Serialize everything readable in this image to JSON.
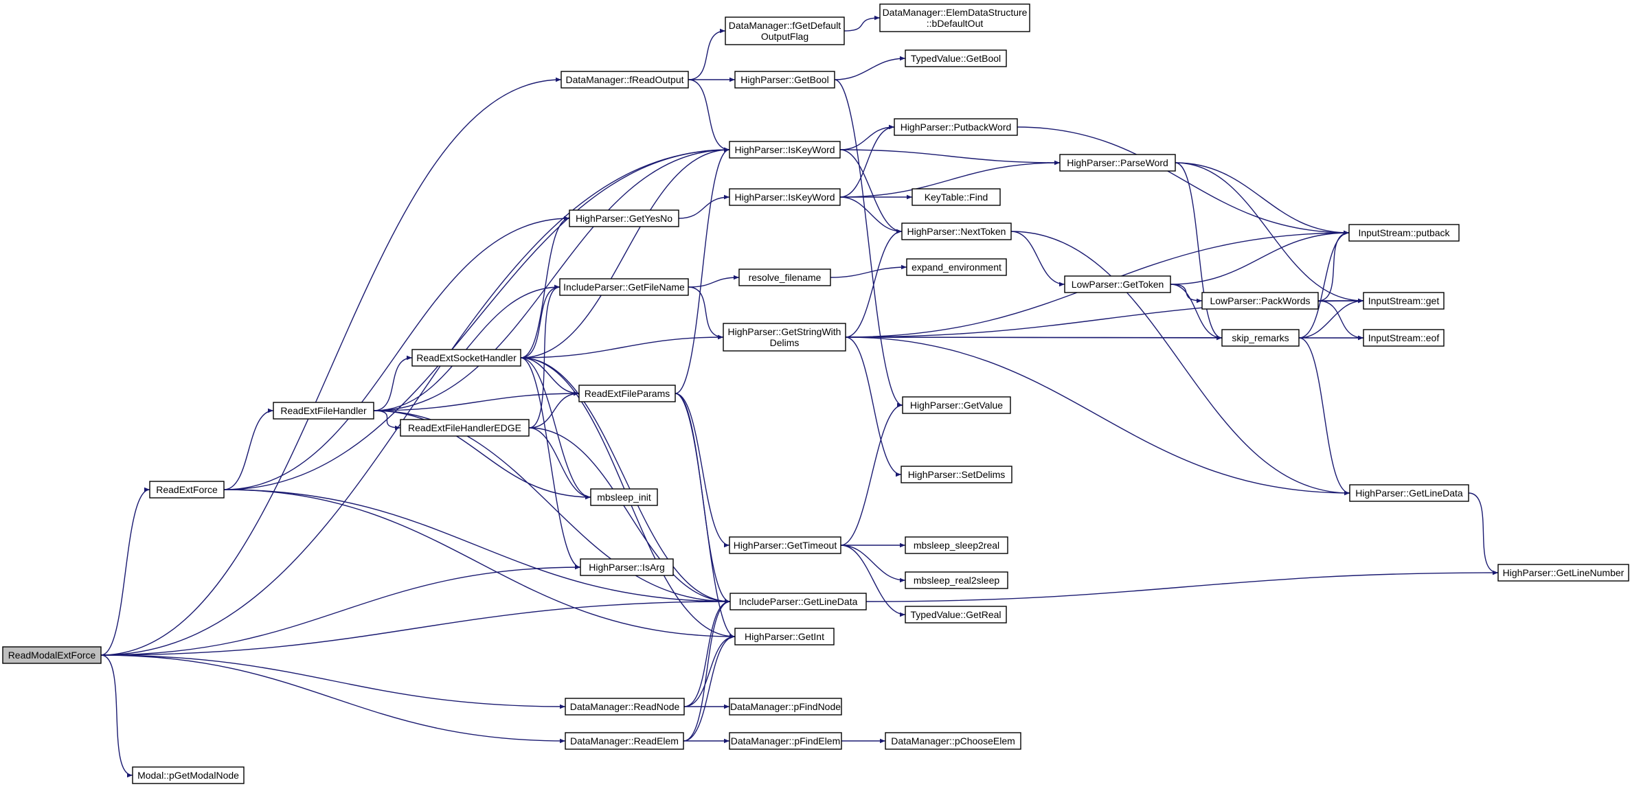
{
  "graph": {
    "colors": {
      "edge": "#191970",
      "node_border": "#000000",
      "node_fill": "#ffffff",
      "root_fill": "#bfbfbf"
    },
    "nodes": {
      "readmodalextforce": [
        "ReadModalExtForce"
      ],
      "modal_pgetmodalnode": [
        "Modal::pGetModalNode"
      ],
      "readextforce": [
        "ReadExtForce"
      ],
      "readextfilehandler": [
        "ReadExtFileHandler"
      ],
      "readextsockethandler": [
        "ReadExtSocketHandler"
      ],
      "readextfilehandleredge": [
        "ReadExtFileHandlerEDGE"
      ],
      "readextfileparams": [
        "ReadExtFileParams"
      ],
      "mbsleep_init": [
        "mbsleep_init"
      ],
      "highparser_isarg": [
        "HighParser::IsArg"
      ],
      "highparser_getyesno": [
        "HighParser::GetYesNo"
      ],
      "includeparser_getfilename": [
        "IncludeParser::GetFileName"
      ],
      "datamanager_freadoutput": [
        "DataManager::fReadOutput"
      ],
      "datamanager_readnode": [
        "DataManager::ReadNode"
      ],
      "datamanager_readelem": [
        "DataManager::ReadElem"
      ],
      "datamanager_fgetdefaultoutputflag": [
        "DataManager::fGetDefault",
        "OutputFlag"
      ],
      "highparser_getbool": [
        "HighParser::GetBool"
      ],
      "highparser_iskeyword_1": [
        "HighParser::IsKeyWord"
      ],
      "highparser_iskeyword_2": [
        "HighParser::IsKeyWord"
      ],
      "resolve_filename": [
        "resolve_filename"
      ],
      "highparser_getstringwithdelims": [
        "HighParser::GetStringWith",
        "Delims"
      ],
      "highparser_gettimeout": [
        "HighParser::GetTimeout"
      ],
      "includeparser_getlinedata": [
        "IncludeParser::GetLineData"
      ],
      "highparser_getint": [
        "HighParser::GetInt"
      ],
      "datamanager_pfindnode": [
        "DataManager::pFindNode"
      ],
      "datamanager_pfindelem": [
        "DataManager::pFindElem"
      ],
      "elemdatastructure_bdefaultout": [
        "DataManager::ElemDataStructure",
        "::bDefaultOut"
      ],
      "typedvalue_getbool": [
        "TypedValue::GetBool"
      ],
      "highparser_putbackword": [
        "HighParser::PutbackWord"
      ],
      "keytable_find": [
        "KeyTable::Find"
      ],
      "highparser_nexttoken": [
        "HighParser::NextToken"
      ],
      "expand_environment": [
        "expand_environment"
      ],
      "highparser_getvalue": [
        "HighParser::GetValue"
      ],
      "highparser_setdelims": [
        "HighParser::SetDelims"
      ],
      "mbsleep_sleep2real": [
        "mbsleep_sleep2real"
      ],
      "mbsleep_real2sleep": [
        "mbsleep_real2sleep"
      ],
      "typedvalue_getreal": [
        "TypedValue::GetReal"
      ],
      "datamanager_pchooseelem": [
        "DataManager::pChooseElem"
      ],
      "highparser_parseword": [
        "HighParser::ParseWord"
      ],
      "lowparser_gettoken": [
        "LowParser::GetToken"
      ],
      "lowparser_packwords": [
        "LowParser::PackWords"
      ],
      "skip_remarks": [
        "skip_remarks"
      ],
      "inputstream_putback": [
        "InputStream::putback"
      ],
      "inputstream_get": [
        "InputStream::get"
      ],
      "inputstream_eof": [
        "InputStream::eof"
      ],
      "highparser_getlinedata": [
        "HighParser::GetLineData"
      ],
      "highparser_getlinenumber": [
        "HighParser::GetLineNumber"
      ]
    },
    "edges": [
      [
        "readmodalextforce",
        "datamanager_freadoutput"
      ],
      [
        "readmodalextforce",
        "highparser_iskeyword_1"
      ],
      [
        "readmodalextforce",
        "readextforce"
      ],
      [
        "readmodalextforce",
        "highparser_isarg"
      ],
      [
        "readmodalextforce",
        "includeparser_getlinedata"
      ],
      [
        "readmodalextforce",
        "datamanager_readnode"
      ],
      [
        "readmodalextforce",
        "datamanager_readelem"
      ],
      [
        "readmodalextforce",
        "modal_pgetmodalnode"
      ],
      [
        "readextforce",
        "highparser_iskeyword_1"
      ],
      [
        "readextforce",
        "highparser_getyesno"
      ],
      [
        "readextforce",
        "readextfilehandler"
      ],
      [
        "readextforce",
        "includeparser_getlinedata"
      ],
      [
        "readextforce",
        "highparser_getint"
      ],
      [
        "readextfilehandler",
        "highparser_iskeyword_1"
      ],
      [
        "readextfilehandler",
        "includeparser_getfilename"
      ],
      [
        "readextfilehandler",
        "readextsockethandler"
      ],
      [
        "readextfilehandler",
        "readextfileparams"
      ],
      [
        "readextfilehandler",
        "readextfilehandleredge"
      ],
      [
        "readextfilehandler",
        "mbsleep_init"
      ],
      [
        "readextfilehandler",
        "includeparser_getlinedata"
      ],
      [
        "readextsockethandler",
        "highparser_iskeyword_1"
      ],
      [
        "readextsockethandler",
        "highparser_getyesno"
      ],
      [
        "readextsockethandler",
        "includeparser_getfilename"
      ],
      [
        "readextsockethandler",
        "highparser_getstringwithdelims"
      ],
      [
        "readextsockethandler",
        "readextfileparams"
      ],
      [
        "readextsockethandler",
        "mbsleep_init"
      ],
      [
        "readextsockethandler",
        "highparser_isarg"
      ],
      [
        "readextsockethandler",
        "includeparser_getlinedata"
      ],
      [
        "readextsockethandler",
        "highparser_getint"
      ],
      [
        "readextfilehandleredge",
        "includeparser_getfilename"
      ],
      [
        "readextfilehandleredge",
        "readextfileparams"
      ],
      [
        "readextfilehandleredge",
        "mbsleep_init"
      ],
      [
        "readextfilehandleredge",
        "includeparser_getlinedata"
      ],
      [
        "readextfileparams",
        "highparser_iskeyword_1"
      ],
      [
        "readextfileparams",
        "highparser_gettimeout"
      ],
      [
        "readextfileparams",
        "includeparser_getlinedata"
      ],
      [
        "readextfileparams",
        "highparser_getint"
      ],
      [
        "highparser_getyesno",
        "highparser_iskeyword_2"
      ],
      [
        "includeparser_getfilename",
        "resolve_filename"
      ],
      [
        "includeparser_getfilename",
        "highparser_getstringwithdelims"
      ],
      [
        "datamanager_freadoutput",
        "datamanager_fgetdefaultoutputflag"
      ],
      [
        "datamanager_freadoutput",
        "highparser_getbool"
      ],
      [
        "datamanager_freadoutput",
        "highparser_iskeyword_1"
      ],
      [
        "datamanager_fgetdefaultoutputflag",
        "elemdatastructure_bdefaultout"
      ],
      [
        "highparser_getbool",
        "typedvalue_getbool"
      ],
      [
        "highparser_getbool",
        "highparser_getvalue"
      ],
      [
        "highparser_iskeyword_1",
        "highparser_putbackword"
      ],
      [
        "highparser_iskeyword_1",
        "highparser_parseword"
      ],
      [
        "highparser_iskeyword_1",
        "highparser_nexttoken"
      ],
      [
        "highparser_iskeyword_2",
        "highparser_putbackword"
      ],
      [
        "highparser_iskeyword_2",
        "highparser_parseword"
      ],
      [
        "highparser_iskeyword_2",
        "keytable_find"
      ],
      [
        "highparser_iskeyword_2",
        "highparser_nexttoken"
      ],
      [
        "resolve_filename",
        "expand_environment"
      ],
      [
        "highparser_getstringwithdelims",
        "highparser_nexttoken"
      ],
      [
        "highparser_getstringwithdelims",
        "inputstream_putback"
      ],
      [
        "highparser_getstringwithdelims",
        "skip_remarks"
      ],
      [
        "highparser_getstringwithdelims",
        "inputstream_get"
      ],
      [
        "highparser_getstringwithdelims",
        "inputstream_eof"
      ],
      [
        "highparser_getstringwithdelims",
        "highparser_setdelims"
      ],
      [
        "highparser_getstringwithdelims",
        "highparser_getlinedata"
      ],
      [
        "highparser_gettimeout",
        "highparser_getvalue"
      ],
      [
        "highparser_gettimeout",
        "mbsleep_sleep2real"
      ],
      [
        "highparser_gettimeout",
        "mbsleep_real2sleep"
      ],
      [
        "highparser_gettimeout",
        "typedvalue_getreal"
      ],
      [
        "datamanager_readnode",
        "includeparser_getlinedata"
      ],
      [
        "datamanager_readnode",
        "highparser_getint"
      ],
      [
        "datamanager_readnode",
        "datamanager_pfindnode"
      ],
      [
        "datamanager_readelem",
        "includeparser_getlinedata"
      ],
      [
        "datamanager_readelem",
        "highparser_getint"
      ],
      [
        "datamanager_readelem",
        "datamanager_pfindelem"
      ],
      [
        "datamanager_pfindelem",
        "datamanager_pchooseelem"
      ],
      [
        "includeparser_getlinedata",
        "highparser_getlinenumber"
      ],
      [
        "highparser_putbackword",
        "inputstream_putback"
      ],
      [
        "highparser_parseword",
        "inputstream_putback"
      ],
      [
        "highparser_parseword",
        "inputstream_get"
      ],
      [
        "highparser_parseword",
        "skip_remarks"
      ],
      [
        "highparser_nexttoken",
        "lowparser_gettoken"
      ],
      [
        "highparser_nexttoken",
        "highparser_getlinedata"
      ],
      [
        "lowparser_gettoken",
        "inputstream_putback"
      ],
      [
        "lowparser_gettoken",
        "lowparser_packwords"
      ],
      [
        "lowparser_gettoken",
        "skip_remarks"
      ],
      [
        "lowparser_packwords",
        "inputstream_putback"
      ],
      [
        "lowparser_packwords",
        "inputstream_get"
      ],
      [
        "lowparser_packwords",
        "inputstream_eof"
      ],
      [
        "skip_remarks",
        "inputstream_putback"
      ],
      [
        "skip_remarks",
        "inputstream_get"
      ],
      [
        "skip_remarks",
        "inputstream_eof"
      ],
      [
        "skip_remarks",
        "highparser_getlinedata"
      ],
      [
        "highparser_getlinedata",
        "highparser_getlinenumber"
      ]
    ]
  }
}
